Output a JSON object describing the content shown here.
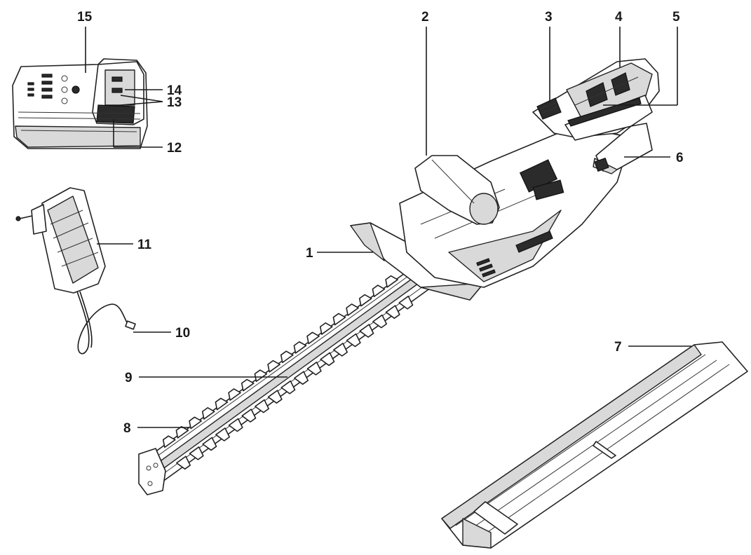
{
  "callouts": [
    {
      "id": "1",
      "label": "1"
    },
    {
      "id": "2",
      "label": "2"
    },
    {
      "id": "3",
      "label": "3"
    },
    {
      "id": "4",
      "label": "4"
    },
    {
      "id": "5",
      "label": "5"
    },
    {
      "id": "6",
      "label": "6"
    },
    {
      "id": "7",
      "label": "7"
    },
    {
      "id": "8",
      "label": "8"
    },
    {
      "id": "9",
      "label": "9"
    },
    {
      "id": "10",
      "label": "10"
    },
    {
      "id": "11",
      "label": "11"
    },
    {
      "id": "12",
      "label": "12"
    },
    {
      "id": "13",
      "label": "13"
    },
    {
      "id": "14",
      "label": "14"
    },
    {
      "id": "15",
      "label": "15"
    }
  ],
  "colors": {
    "line": "#1a1a1a",
    "shade": "#d9d9d9",
    "background": "#ffffff"
  }
}
